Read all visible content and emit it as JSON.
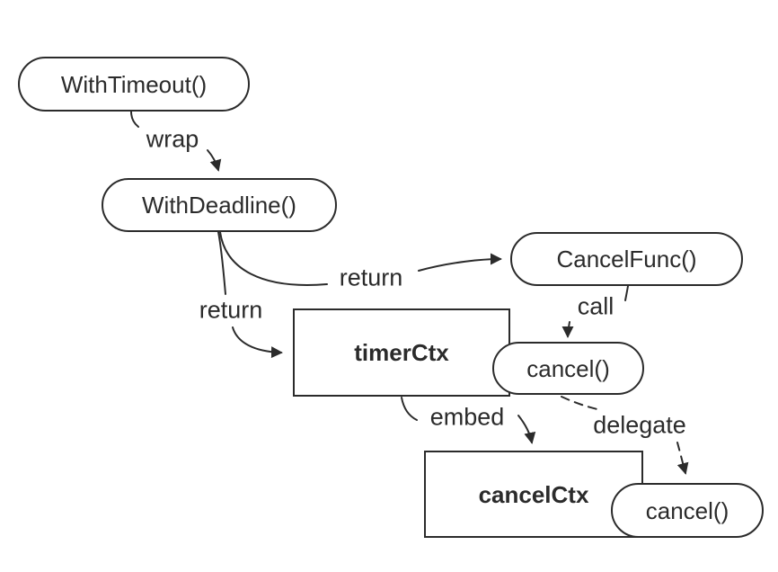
{
  "diagram": {
    "title": "context cancellation wrapping diagram",
    "colors": {
      "background": "#ffffff",
      "stroke": "#2b2b2b",
      "text": "#2b2b2b"
    },
    "nodes": [
      {
        "id": "withTimeout",
        "label": "WithTimeout()",
        "shape": "pill"
      },
      {
        "id": "withDeadline",
        "label": "WithDeadline()",
        "shape": "pill"
      },
      {
        "id": "cancelFunc",
        "label": "CancelFunc()",
        "shape": "pill"
      },
      {
        "id": "timerCtx",
        "label": "timerCtx",
        "shape": "rect"
      },
      {
        "id": "cancel1",
        "label": "cancel()",
        "shape": "pill"
      },
      {
        "id": "cancelCtx",
        "label": "cancelCtx",
        "shape": "rect"
      },
      {
        "id": "cancel2",
        "label": "cancel()",
        "shape": "pill"
      }
    ],
    "edges": [
      {
        "from": "withTimeout",
        "to": "withDeadline",
        "label": "wrap",
        "style": "solid"
      },
      {
        "from": "withDeadline",
        "to": "timerCtx",
        "label": "return",
        "style": "solid"
      },
      {
        "from": "withDeadline",
        "to": "cancelFunc",
        "label": "return",
        "style": "solid"
      },
      {
        "from": "cancelFunc",
        "to": "cancel1",
        "label": "call",
        "style": "solid"
      },
      {
        "from": "timerCtx",
        "to": "cancelCtx",
        "label": "embed",
        "style": "solid"
      },
      {
        "from": "cancel1",
        "to": "cancel2",
        "label": "delegate",
        "style": "dashed"
      }
    ]
  }
}
